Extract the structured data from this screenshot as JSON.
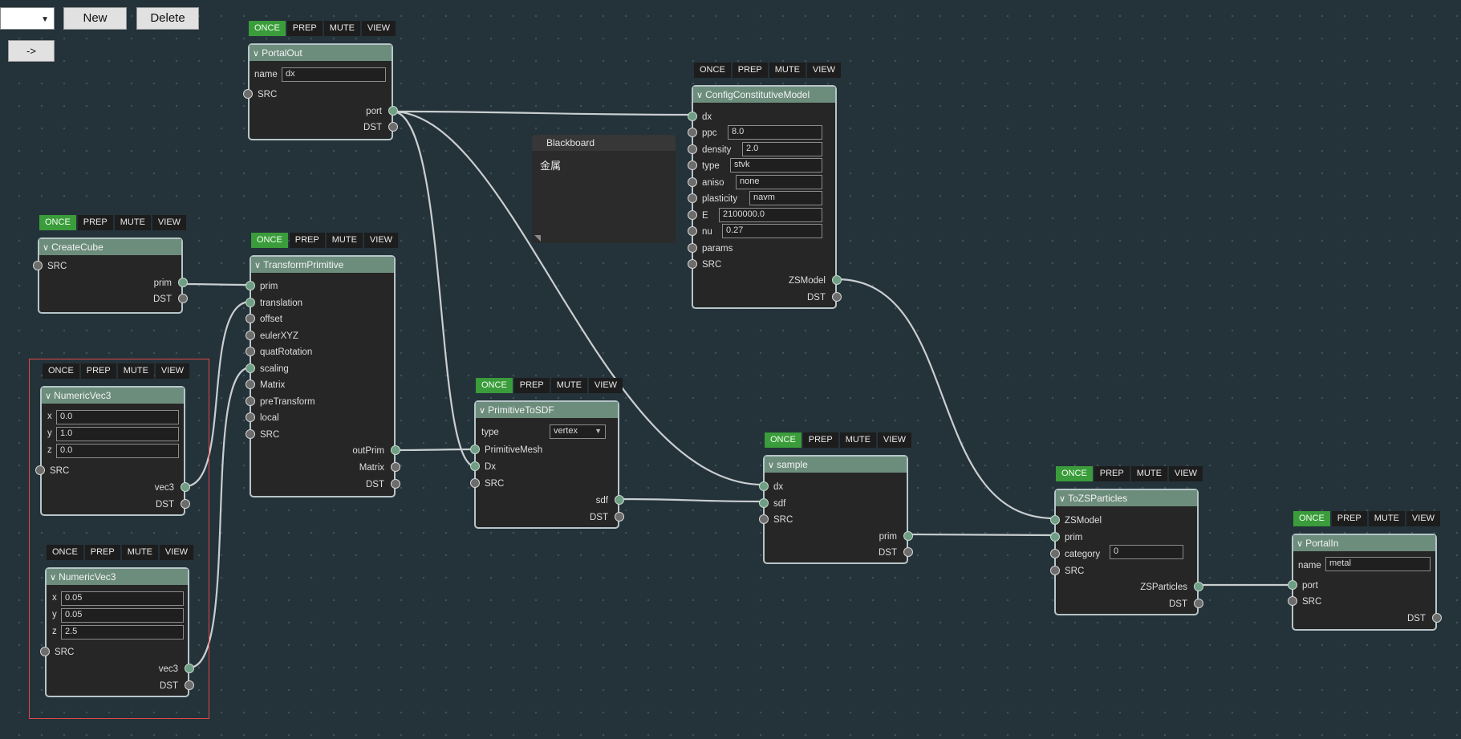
{
  "toolbar": {
    "select_value": "",
    "new_label": "New",
    "delete_label": "Delete",
    "arrow_label": "->"
  },
  "controls": {
    "once": "ONCE",
    "prep": "PREP",
    "mute": "MUTE",
    "view": "VIEW"
  },
  "blackboard": {
    "title": "Blackboard",
    "content": "金属"
  },
  "colors": {
    "background": "#24323a",
    "node_header": "#6c8d7c",
    "once_active": "#3a9c3a",
    "selection": "#e04848",
    "wire": "#c9ced0"
  },
  "nodes": {
    "portalout": {
      "title": "PortalOut",
      "name_label": "name",
      "name_value": "dx",
      "p_src": "SRC",
      "p_port": "port",
      "p_dst": "DST"
    },
    "createcube": {
      "title": "CreateCube",
      "p_src": "SRC",
      "p_prim": "prim",
      "p_dst": "DST"
    },
    "transform": {
      "title": "TransformPrimitive",
      "p_prim": "prim",
      "p_translation": "translation",
      "p_offset": "offset",
      "p_euler": "eulerXYZ",
      "p_quat": "quatRotation",
      "p_scaling": "scaling",
      "p_matrix": "Matrix",
      "p_pretransform": "preTransform",
      "p_local": "local",
      "p_src": "SRC",
      "p_outprim": "outPrim",
      "p_matrix_out": "Matrix",
      "p_dst": "DST"
    },
    "vec_a": {
      "title": "NumericVec3",
      "x_label": "x",
      "x_value": "0.0",
      "y_label": "y",
      "y_value": "1.0",
      "z_label": "z",
      "z_value": "0.0",
      "p_src": "SRC",
      "p_vec3": "vec3",
      "p_dst": "DST"
    },
    "vec_b": {
      "title": "NumericVec3",
      "x_label": "x",
      "x_value": "0.05",
      "y_label": "y",
      "y_value": "0.05",
      "z_label": "z",
      "z_value": "2.5",
      "p_src": "SRC",
      "p_vec3": "vec3",
      "p_dst": "DST"
    },
    "config": {
      "title": "ConfigConstitutiveModel",
      "p_dx": "dx",
      "ppc_label": "ppc",
      "ppc_value": "8.0",
      "density_label": "density",
      "density_value": "2.0",
      "type_label": "type",
      "type_value": "stvk",
      "aniso_label": "aniso",
      "aniso_value": "none",
      "plasticity_label": "plasticity",
      "plasticity_value": "navm",
      "e_label": "E",
      "e_value": "2100000.0",
      "nu_label": "nu",
      "nu_value": "0.27",
      "p_params": "params",
      "p_src": "SRC",
      "p_zsmodel": "ZSModel",
      "p_dst": "DST"
    },
    "primsdf": {
      "title": "PrimitiveToSDF",
      "type_label": "type",
      "type_value": "vertex",
      "p_mesh": "PrimitiveMesh",
      "p_dx": "Dx",
      "p_src": "SRC",
      "p_sdf": "sdf",
      "p_dst": "DST"
    },
    "sample": {
      "title": "sample",
      "p_dx": "dx",
      "p_sdf": "sdf",
      "p_src": "SRC",
      "p_prim": "prim",
      "p_dst": "DST"
    },
    "tozs": {
      "title": "ToZSParticles",
      "p_zsmodel": "ZSModel",
      "p_prim": "prim",
      "category_label": "category",
      "category_value": "0",
      "p_src": "SRC",
      "p_zsparticles": "ZSParticles",
      "p_dst": "DST"
    },
    "portalin": {
      "title": "PortalIn",
      "name_label": "name",
      "name_value": "metal",
      "p_port": "port",
      "p_src": "SRC",
      "p_dst": "DST"
    }
  }
}
